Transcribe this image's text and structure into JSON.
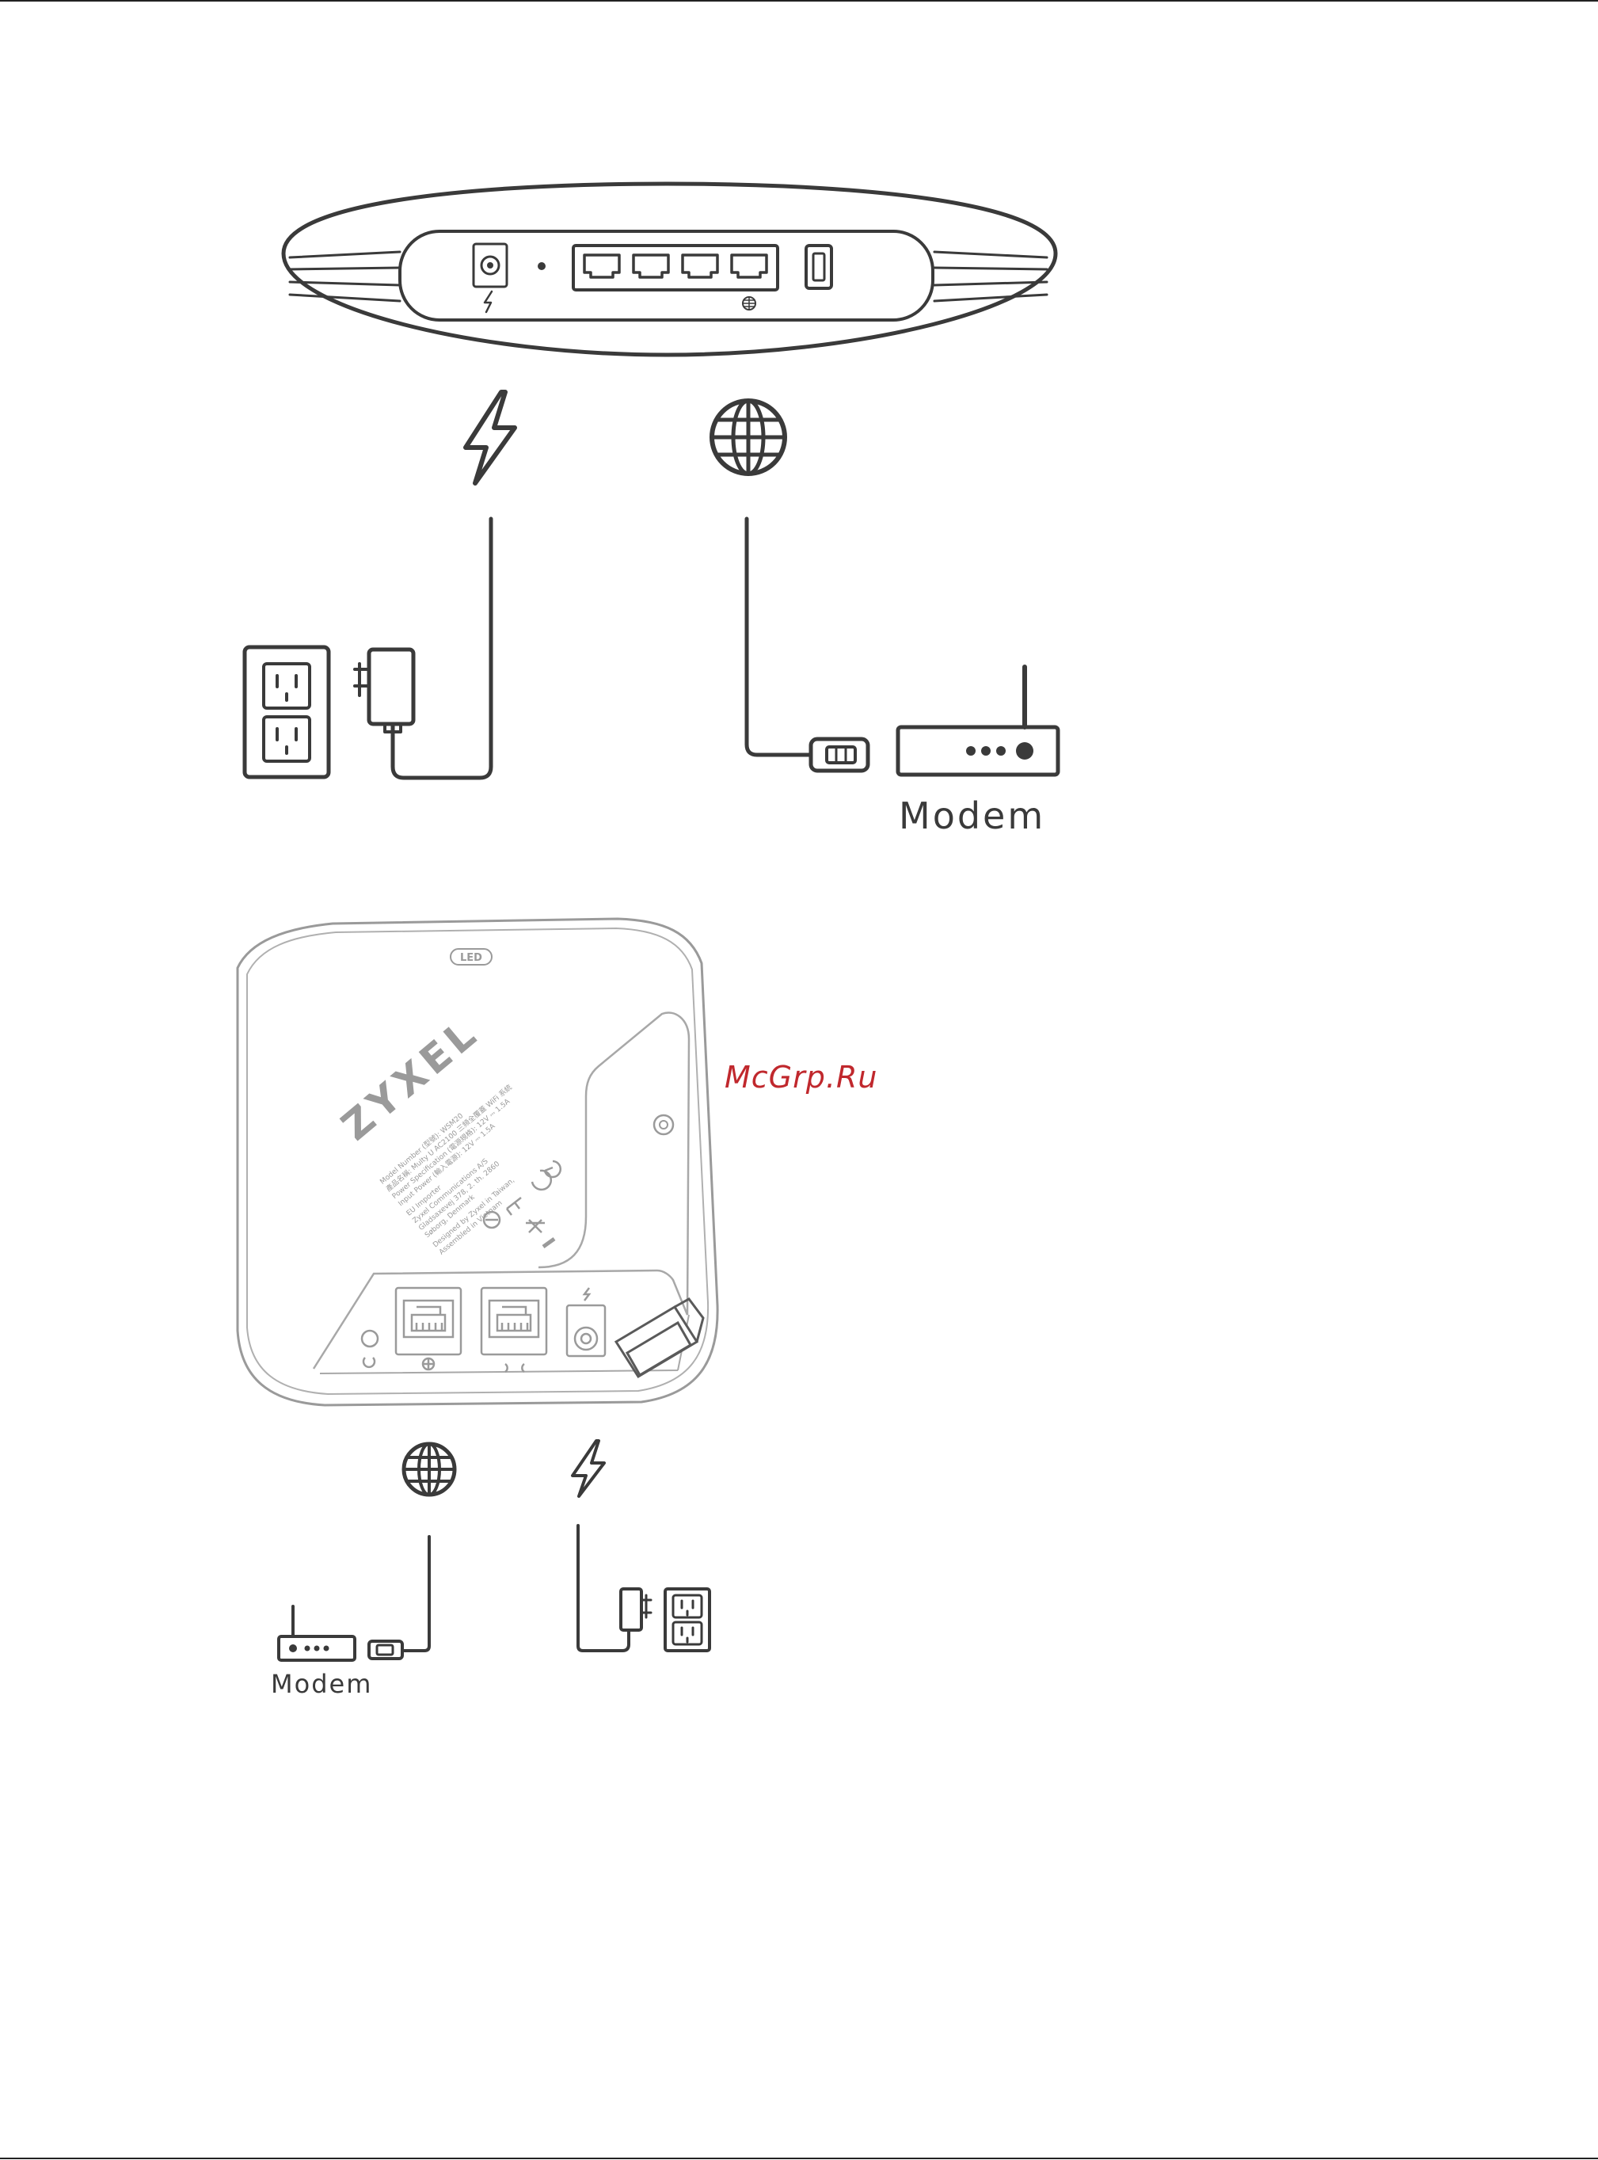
{
  "diagram1": {
    "modem_label": "Modem",
    "icons": [
      "power-icon",
      "internet-globe-icon"
    ]
  },
  "diagram2": {
    "modem_label": "Modem",
    "led_label": "LED",
    "brand_text": "ZYXEL",
    "label_lines": [
      "Model Number (型號): WSM20",
      "產品名稱: Multy U AC2100 三頻全覆蓋 WiFi 系統",
      "Power Specification (電源規格): 12V ⎓ 1.5A",
      "Input Power (輸入電源): 12V ⎓ 1.5A",
      "EU Importer",
      "Zyxel Communications A/S",
      "Gladsaxevej 378, 2. th. 2860",
      "Søborg, Denmark",
      "Designed by Zyxel in Taiwan,",
      "Assembled in Vietnam"
    ],
    "icons": [
      "internet-globe-icon",
      "power-icon"
    ]
  },
  "watermark": "McGrp.Ru",
  "colors": {
    "line": "#3a3a3a",
    "device_outline": "#9a9a9a",
    "watermark": "#c0282d"
  }
}
